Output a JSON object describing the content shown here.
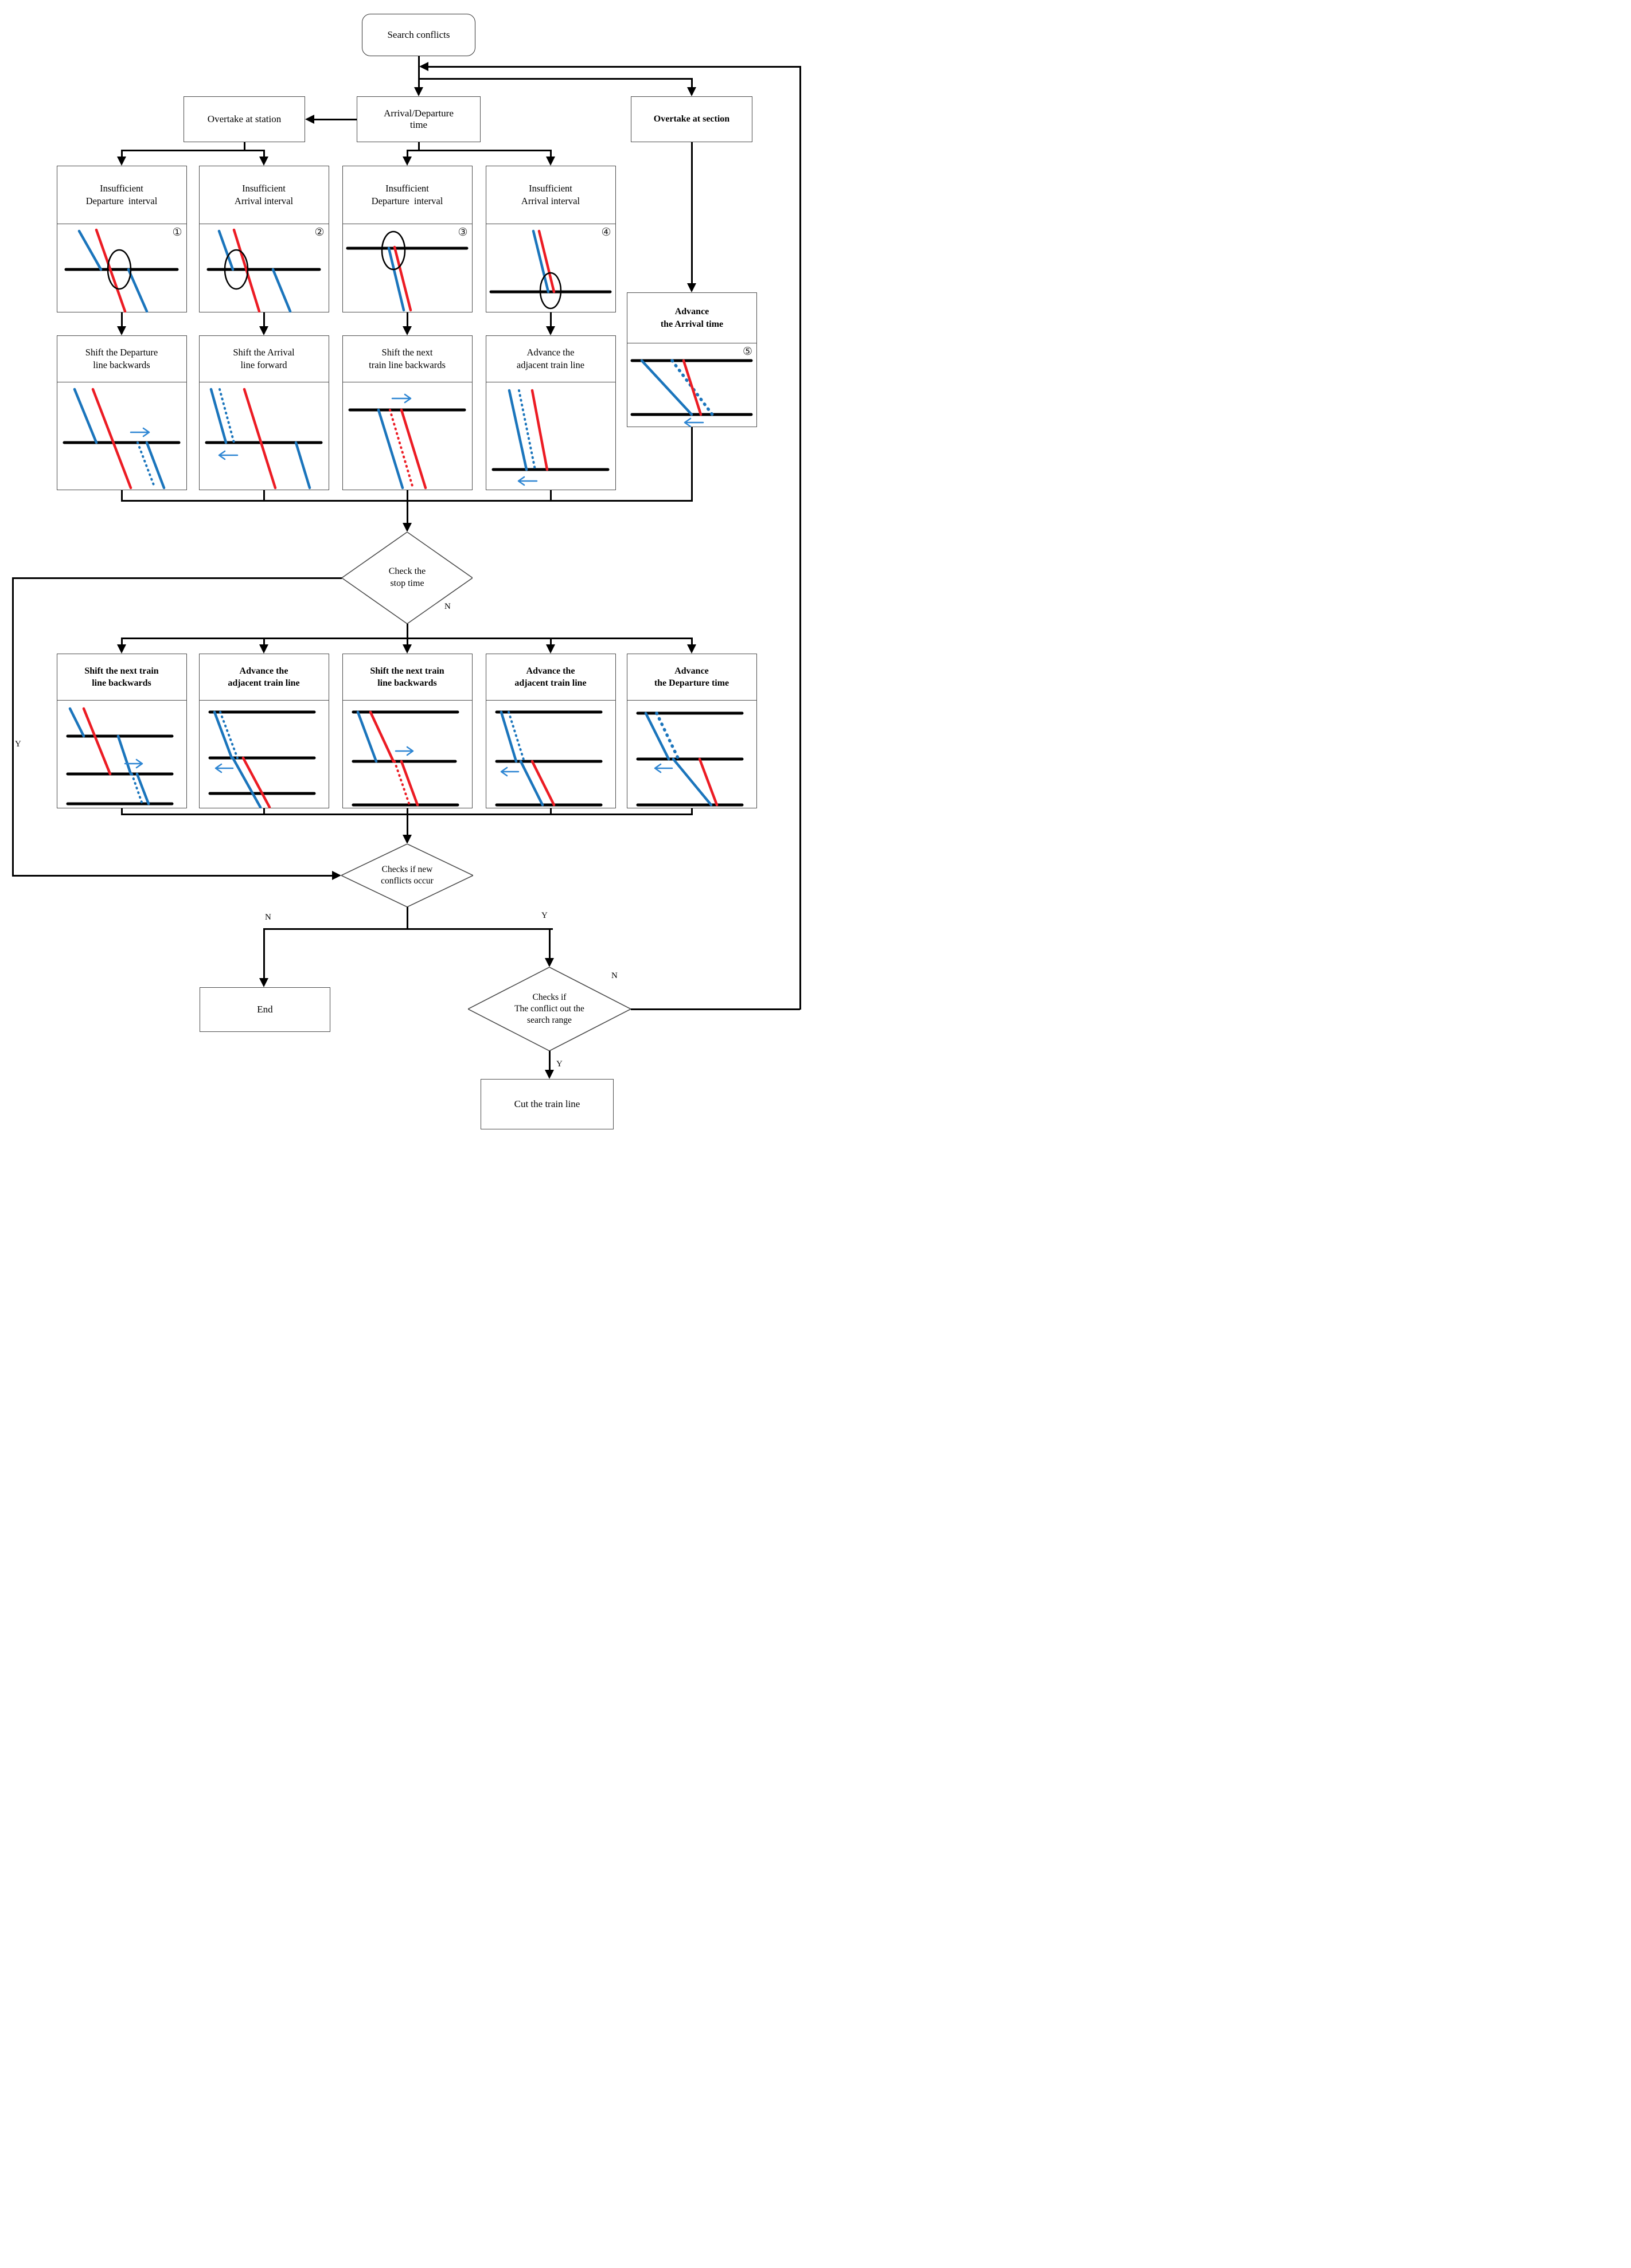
{
  "colors": {
    "accent_blue": "#1b75bc",
    "accent_red": "#ec1c24",
    "line_black": "#000000"
  },
  "nodes": {
    "start": {
      "label": "Search conflicts"
    },
    "arrival_departure": {
      "line1": "Arrival/Departure",
      "line2": "time"
    },
    "overtake_station": {
      "label": "Overtake at station"
    },
    "overtake_section": {
      "label": "Overtake at section"
    },
    "advance_arrival": {
      "line1": "Advance",
      "line2": "the Arrival time",
      "num": "⑤"
    },
    "end": {
      "label": "End"
    },
    "cut": {
      "label": "Cut the train line"
    }
  },
  "row1": [
    {
      "line1": "Insufficient",
      "line2": "Departure  interval",
      "num": "①"
    },
    {
      "line1": "Insufficient",
      "line2": "Arrival interval",
      "num": "②"
    },
    {
      "line1": "Insufficient",
      "line2": "Departure  interval",
      "num": "③"
    },
    {
      "line1": "Insufficient",
      "line2": "Arrival interval",
      "num": "④"
    }
  ],
  "row2": [
    {
      "line1": "Shift the Departure",
      "line2": "line backwards"
    },
    {
      "line1": "Shift the Arrival",
      "line2": "line forward"
    },
    {
      "line1": "Shift the next",
      "line2": "train line backwards"
    },
    {
      "line1": "Advance the",
      "line2": "adjacent train line"
    }
  ],
  "row3": [
    {
      "line1": "Shift the next train",
      "line2": "line backwards"
    },
    {
      "line1": "Advance the",
      "line2": "adjacent train line"
    },
    {
      "line1": "Shift the next train",
      "line2": "line backwards"
    },
    {
      "line1": "Advance the",
      "line2": "adjacent train line"
    },
    {
      "line1": "Advance",
      "line2": "the Departure time"
    }
  ],
  "decisions": {
    "check_stop": {
      "line1": "Check the",
      "line2": "stop time",
      "no": "N",
      "yes": "Y"
    },
    "new_conflicts": {
      "line1": "Checks if new",
      "line2": "conflicts occur",
      "no": "N",
      "yes": "Y"
    },
    "out_of_range": {
      "line1": "Checks if",
      "line2": "The conflict out the",
      "line3": "search range",
      "no": "N",
      "yes": "Y"
    }
  }
}
